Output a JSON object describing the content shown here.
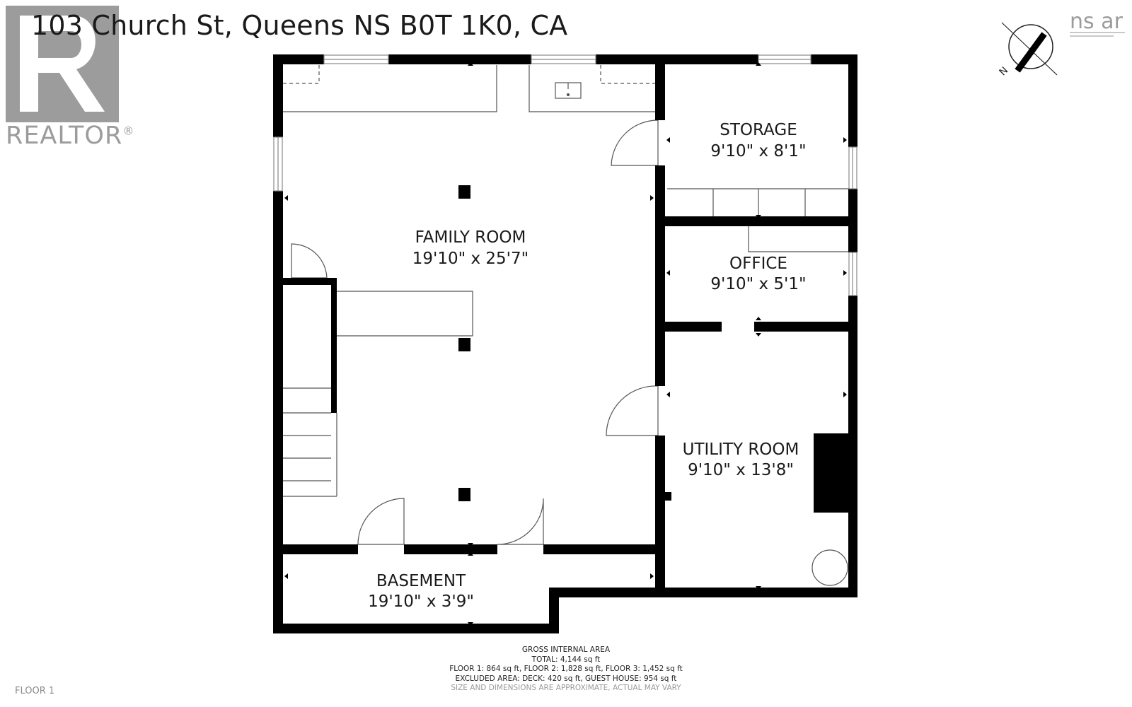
{
  "header": {
    "address": "103 Church St, Queens NS B0T 1K0, CA"
  },
  "branding": {
    "realtor_logo_icon": "realtor-r-logo",
    "realtor_wordmark": "REALTOR",
    "realtor_registered": "®",
    "nsar_logo_icon": "nsar-association-logo",
    "nsar_wordmark": "ns ar",
    "logo_gray": "#9c9c9c"
  },
  "compass": {
    "icon": "north-arrow-compass-icon",
    "north_label": "N"
  },
  "rooms": {
    "family_room": {
      "name": "FAMILY ROOM",
      "size": "19'10\" x 25'7\""
    },
    "storage": {
      "name": "STORAGE",
      "size": "9'10\" x 8'1\""
    },
    "office": {
      "name": "OFFICE",
      "size": "9'10\" x 5'1\""
    },
    "utility_room": {
      "name": "UTILITY ROOM",
      "size": "9'10\" x 13'8\""
    },
    "basement": {
      "name": "BASEMENT",
      "size": "19'10\" x 3'9\""
    }
  },
  "area_summary": {
    "heading": "GROSS INTERNAL AREA",
    "total": "TOTAL: 4,144 sq ft",
    "floors": "FLOOR 1: 864 sq ft, FLOOR 2: 1,828 sq ft, FLOOR 3: 1,452 sq ft",
    "excluded": "EXCLUDED AREA: DECK: 420 sq ft, GUEST HOUSE: 954 sq ft",
    "disclaimer": "SIZE AND DIMENSIONS ARE APPROXIMATE, ACTUAL MAY VARY"
  },
  "footer": {
    "floor_label": "FLOOR 1"
  },
  "colors": {
    "wall": "#000000",
    "line": "#555555",
    "window_frame": "#888888"
  }
}
